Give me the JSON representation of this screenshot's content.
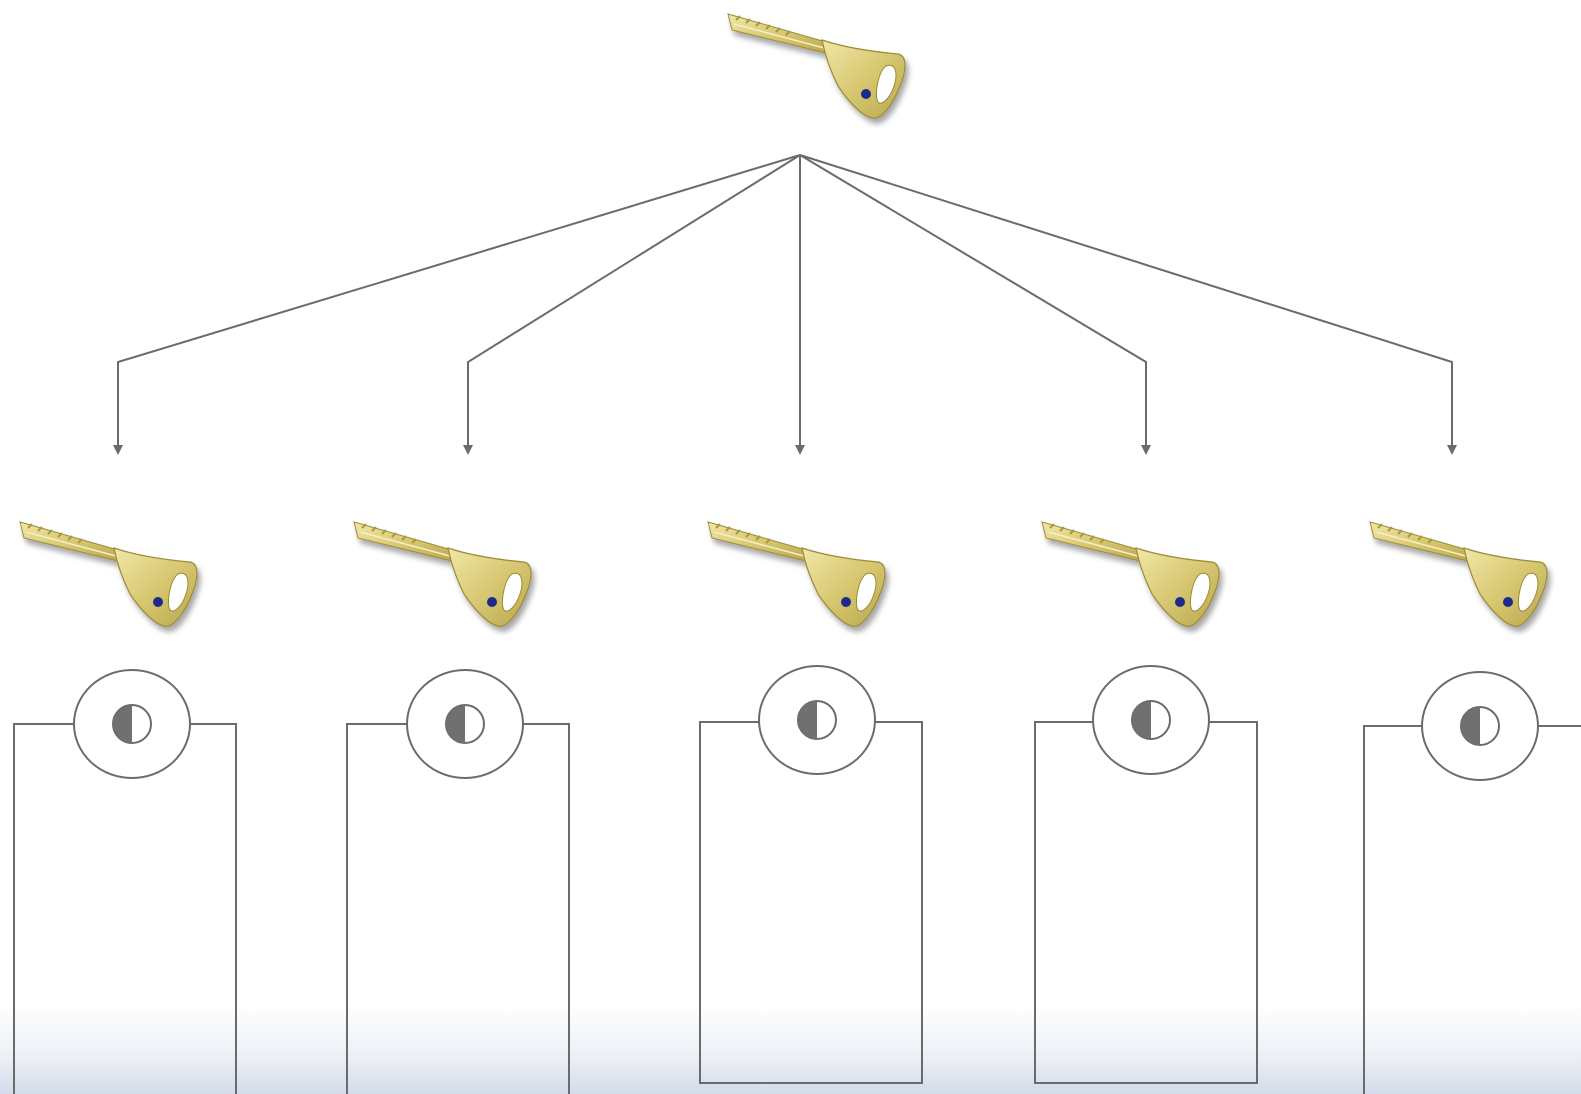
{
  "diagram": {
    "type": "master-key hierarchy",
    "master_key": {
      "icon": "key-icon",
      "role": "master"
    },
    "child_count": 5,
    "children": [
      {
        "key_icon": "key-icon",
        "lock_icon": "lock-cylinder-icon"
      },
      {
        "key_icon": "key-icon",
        "lock_icon": "lock-cylinder-icon"
      },
      {
        "key_icon": "key-icon",
        "lock_icon": "lock-cylinder-icon"
      },
      {
        "key_icon": "key-icon",
        "lock_icon": "lock-cylinder-icon"
      },
      {
        "key_icon": "key-icon",
        "lock_icon": "lock-cylinder-icon"
      }
    ],
    "colors": {
      "key_gold": "#d4c46a",
      "key_shadow": "#a89a40",
      "key_dot": "#1e2a8a",
      "line": "#6b6b6b",
      "cylinder_fill": "#707070",
      "background": "#ffffff"
    }
  }
}
